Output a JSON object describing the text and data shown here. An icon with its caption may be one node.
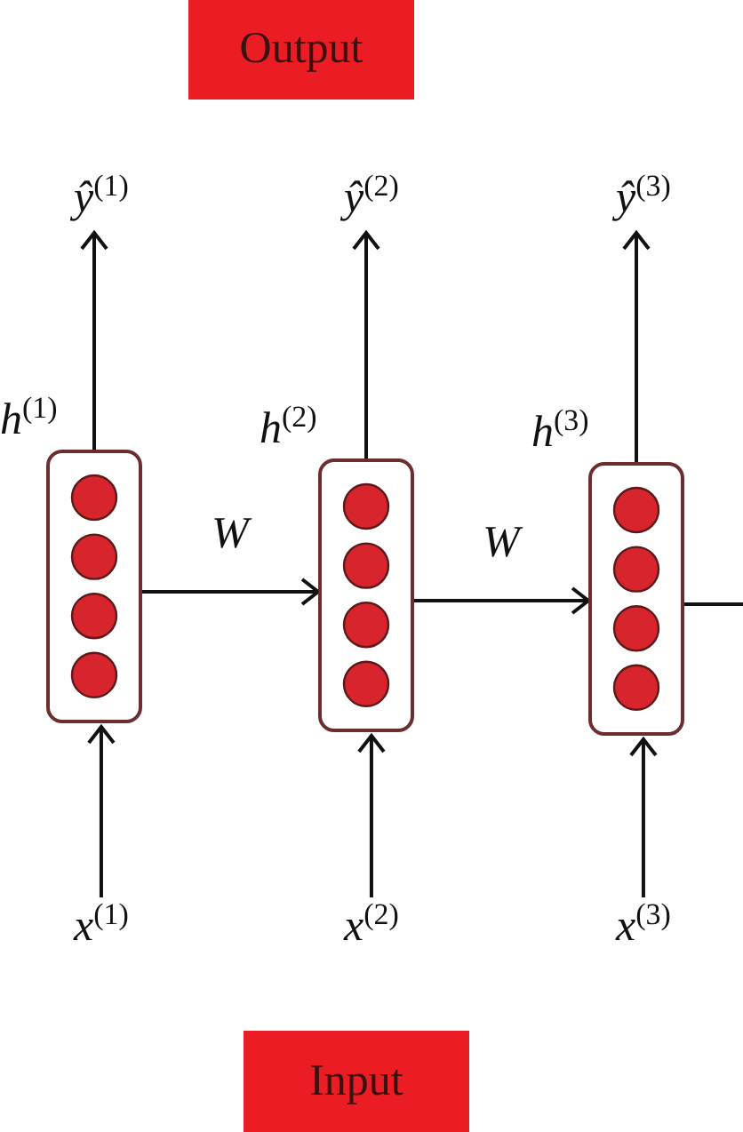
{
  "diagram": {
    "nodes": [
      {
        "text": [
          "Output"
        ]
      },
      {
        "text": [
          "*ŷ*$^{(1)}$"
        ]
      },
      {
        "text": [
          "*ŷ*$^{(2)}$"
        ]
      },
      {
        "text": [
          "*ŷ*$^{(3)}$"
        ]
      },
      {
        "text": [
          "*h*$^{(1)}$"
        ]
      },
      {
        "text": [
          "*h*$^{(2)}$"
        ]
      },
      {
        "text": [
          "*h*$^{(3)}$"
        ]
      },
      {
        "text": [
          "*x*$^{(1)}$"
        ]
      },
      {
        "text": [
          "*x*$^{(2)}$"
        ]
      },
      {
        "text": [
          "*x*$^{(3)}$"
        ]
      },
      {
        "text": [
          "Input"
        ]
      }
    ],
    "edges": [
      {
        "from": 4,
        "to": 1,
        "arrow": "to"
      },
      {
        "from": 5,
        "to": 2,
        "arrow": "to"
      },
      {
        "from": 6,
        "to": 3,
        "arrow": "to"
      },
      {
        "from": 7,
        "to": 4,
        "arrow": "to"
      },
      {
        "from": 8,
        "to": 5,
        "arrow": "to"
      },
      {
        "from": 9,
        "to": 6,
        "arrow": "to"
      },
      {
        "from": 4,
        "to": 5,
        "label": "W",
        "arrow": "to"
      },
      {
        "from": 5,
        "to": 6,
        "label": "W",
        "arrow": "to"
      },
      {
        "from": 6,
        "to": null,
        "arrow": "none"
      }
    ]
  }
}
